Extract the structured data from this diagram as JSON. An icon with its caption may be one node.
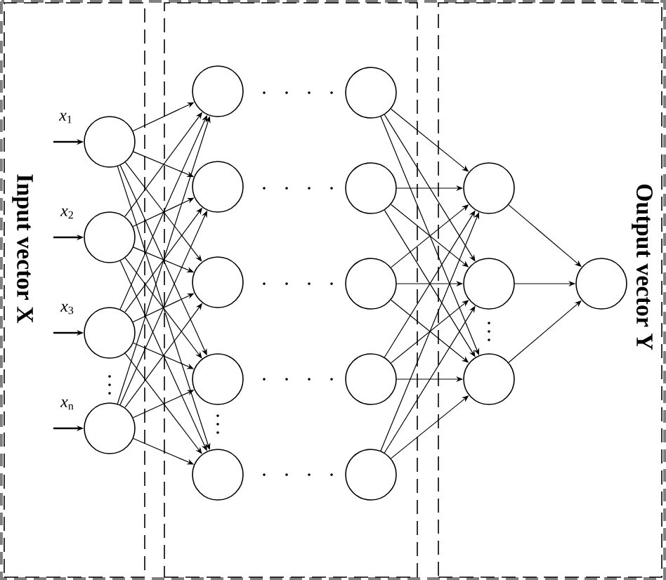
{
  "diagram": {
    "nodes": [
      {
        "text": [
          "Input vector X"
        ]
      },
      {
        "text": [],
        "shape": "box"
      },
      {
        "text": [
          "Output vector Y"
        ]
      },
      {
        "text": [],
        "shape": "circle",
        "in": 0,
        "beside": [
          "*x*$_{1}$"
        ]
      },
      {
        "text": [],
        "shape": "circle",
        "in": 0,
        "beside": [
          "*x*$_{2}$"
        ]
      },
      {
        "text": [],
        "shape": "circle",
        "in": 0,
        "beside": [
          "*x*$_{3}$"
        ]
      },
      {
        "text": [],
        "shape": "circle",
        "in": 0,
        "beside": [
          "*x*$_{n}$"
        ]
      },
      {
        "text": [],
        "shape": "circle",
        "in": 1
      },
      {
        "text": [],
        "shape": "circle",
        "in": 1
      },
      {
        "text": [],
        "shape": "circle",
        "in": 1
      },
      {
        "text": [],
        "shape": "circle",
        "in": 1
      },
      {
        "text": [],
        "shape": "circle",
        "in": 1
      },
      {
        "text": [],
        "shape": "circle",
        "in": 1
      },
      {
        "text": [],
        "shape": "circle",
        "in": 1
      },
      {
        "text": [],
        "shape": "circle",
        "in": 1
      },
      {
        "text": [],
        "shape": "circle",
        "in": 1
      },
      {
        "text": [],
        "shape": "circle",
        "in": 1
      },
      {
        "text": [],
        "shape": "circle",
        "in": 2
      },
      {
        "text": [],
        "shape": "circle",
        "in": 2
      },
      {
        "text": [],
        "shape": "circle",
        "in": 2
      },
      {
        "text": [],
        "shape": "circle",
        "in": 2
      }
    ],
    "edges": [
      {
        "from": null,
        "to": 3,
        "arrow": "to"
      },
      {
        "from": null,
        "to": 4,
        "arrow": "to"
      },
      {
        "from": null,
        "to": 5,
        "arrow": "to"
      },
      {
        "from": null,
        "to": 6,
        "arrow": "to"
      },
      {
        "from": 3,
        "to": 7,
        "arrow": "to"
      },
      {
        "from": 3,
        "to": 8,
        "arrow": "to"
      },
      {
        "from": 3,
        "to": 9,
        "arrow": "to"
      },
      {
        "from": 3,
        "to": 10,
        "arrow": "to"
      },
      {
        "from": 3,
        "to": 11,
        "arrow": "to"
      },
      {
        "from": 4,
        "to": 7,
        "arrow": "to"
      },
      {
        "from": 4,
        "to": 8,
        "arrow": "to"
      },
      {
        "from": 4,
        "to": 9,
        "arrow": "to"
      },
      {
        "from": 4,
        "to": 10,
        "arrow": "to"
      },
      {
        "from": 4,
        "to": 11,
        "arrow": "to"
      },
      {
        "from": 5,
        "to": 7,
        "arrow": "to"
      },
      {
        "from": 5,
        "to": 8,
        "arrow": "to"
      },
      {
        "from": 5,
        "to": 9,
        "arrow": "to"
      },
      {
        "from": 5,
        "to": 10,
        "arrow": "to"
      },
      {
        "from": 5,
        "to": 11,
        "arrow": "to"
      },
      {
        "from": 6,
        "to": 7,
        "arrow": "to"
      },
      {
        "from": 6,
        "to": 8,
        "arrow": "to"
      },
      {
        "from": 6,
        "to": 9,
        "arrow": "to"
      },
      {
        "from": 6,
        "to": 10,
        "arrow": "to"
      },
      {
        "from": 6,
        "to": 11,
        "arrow": "to"
      },
      {
        "from": 12,
        "to": 17,
        "arrow": "to"
      },
      {
        "from": 12,
        "to": 18,
        "arrow": "to"
      },
      {
        "from": 12,
        "to": 19,
        "arrow": "to"
      },
      {
        "from": 13,
        "to": 17,
        "arrow": "to"
      },
      {
        "from": 13,
        "to": 18,
        "arrow": "to"
      },
      {
        "from": 13,
        "to": 19,
        "arrow": "to"
      },
      {
        "from": 14,
        "to": 17,
        "arrow": "to"
      },
      {
        "from": 14,
        "to": 18,
        "arrow": "to"
      },
      {
        "from": 14,
        "to": 19,
        "arrow": "to"
      },
      {
        "from": 15,
        "to": 17,
        "arrow": "to"
      },
      {
        "from": 15,
        "to": 18,
        "arrow": "to"
      },
      {
        "from": 15,
        "to": 19,
        "arrow": "to"
      },
      {
        "from": 16,
        "to": 17,
        "arrow": "to"
      },
      {
        "from": 16,
        "to": 18,
        "arrow": "to"
      },
      {
        "from": 16,
        "to": 19,
        "arrow": "to"
      },
      {
        "from": 17,
        "to": 20,
        "arrow": "to"
      },
      {
        "from": 18,
        "to": 20,
        "arrow": "to"
      },
      {
        "from": 19,
        "to": 20,
        "arrow": "to"
      }
    ]
  }
}
